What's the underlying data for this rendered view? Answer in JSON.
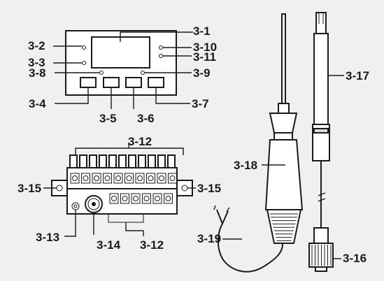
{
  "labels": {
    "l_3_1": "3-1",
    "l_3_2": "3-2",
    "l_3_3": "3-3",
    "l_3_4": "3-4",
    "l_3_5": "3-5",
    "l_3_6": "3-6",
    "l_3_7": "3-7",
    "l_3_8": "3-8",
    "l_3_9": "3-9",
    "l_3_10": "3-10",
    "l_3_11": "3-11",
    "l_3_12_top": "3-12",
    "l_3_12_bottom": "3-12",
    "l_3_13": "3-13",
    "l_3_14": "3-14",
    "l_3_15_left": "3-15",
    "l_3_15_right": "3-15",
    "l_3_16": "3-16",
    "l_3_17": "3-17",
    "l_3_18": "3-18",
    "l_3_19": "3-19"
  },
  "colors": {
    "ink": "#1a1a1a",
    "paper": "#f1f0ee",
    "part_fill": "#ffffff",
    "shade": "#d9d9d9"
  }
}
